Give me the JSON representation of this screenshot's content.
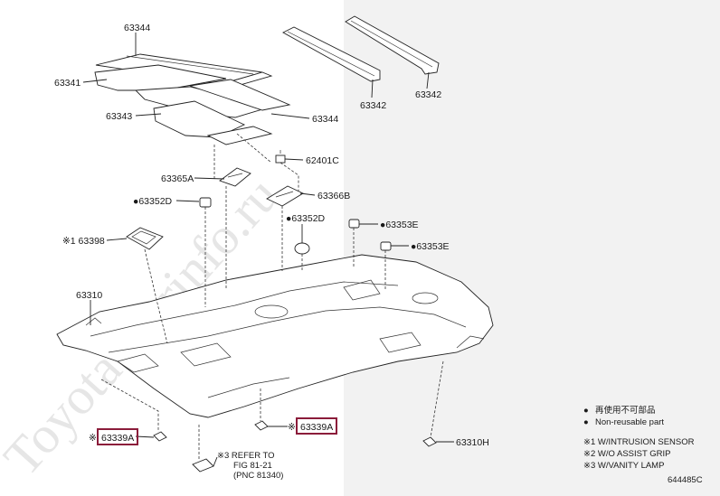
{
  "diagram": {
    "watermark": "Toyota-Carinfo.ru",
    "figure_id": "644485C",
    "callouts": [
      {
        "id": "c1",
        "text": "63344"
      },
      {
        "id": "c2",
        "text": "63341"
      },
      {
        "id": "c3",
        "text": "63343"
      },
      {
        "id": "c4",
        "text": "63344"
      },
      {
        "id": "c5",
        "text": "63342"
      },
      {
        "id": "c6",
        "text": "63342"
      },
      {
        "id": "c7",
        "text": "62401C"
      },
      {
        "id": "c8",
        "text": "63365A"
      },
      {
        "id": "c9",
        "text": "63366B"
      },
      {
        "id": "c10",
        "text": "●63352D"
      },
      {
        "id": "c11",
        "text": "●63352D"
      },
      {
        "id": "c12",
        "text": "●63353E"
      },
      {
        "id": "c13",
        "text": "●63353E"
      },
      {
        "id": "c14",
        "text": "※1 63398"
      },
      {
        "id": "c15",
        "text": "63310"
      },
      {
        "id": "c16",
        "text": "63310H"
      },
      {
        "id": "c17",
        "text": "※"
      },
      {
        "id": "c18",
        "text": "63339A"
      },
      {
        "id": "c19",
        "text": "※"
      },
      {
        "id": "c20",
        "text": "63339A"
      }
    ],
    "refer_note": [
      "※3 REFER TO",
      "FIG 81-21",
      "(PNC 81340)"
    ],
    "legend": [
      {
        "symbol": "●",
        "text": "再使用不可部品"
      },
      {
        "symbol": "●",
        "text": "Non-reusable part"
      }
    ],
    "footnotes": [
      "※1 W/INTRUSION SENSOR",
      "※2 W/O ASSIST GRIP",
      "※3 W/VANITY LAMP"
    ]
  }
}
